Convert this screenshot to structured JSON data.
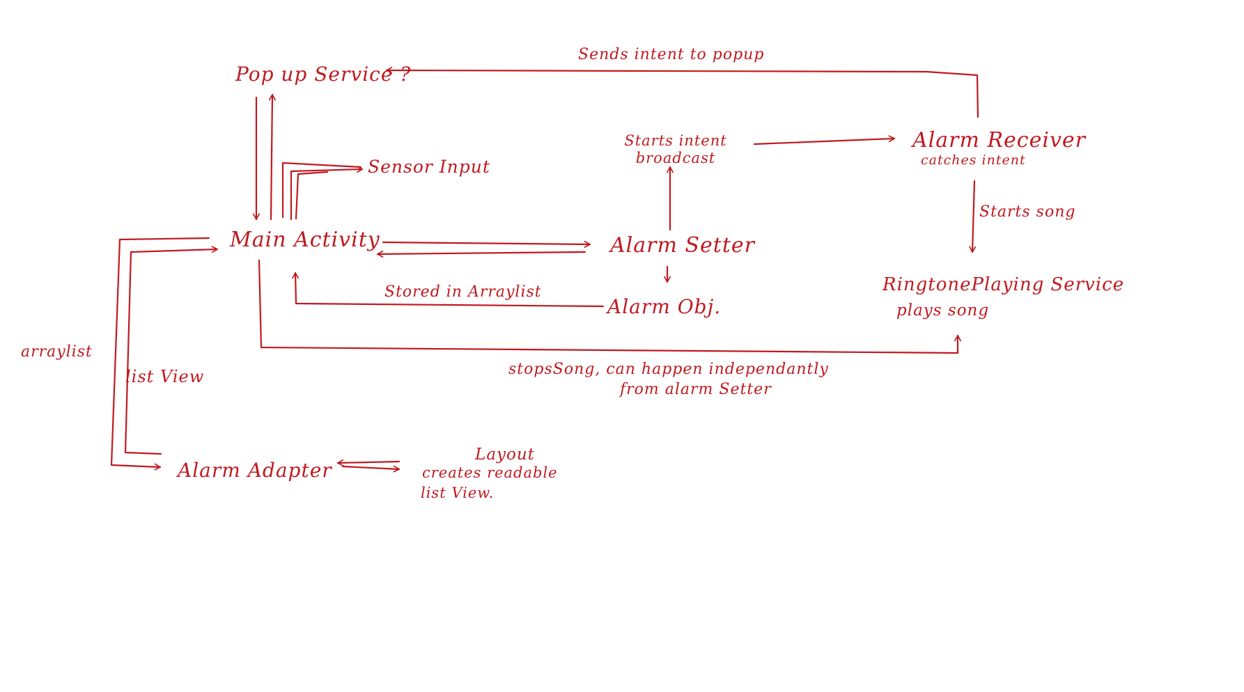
{
  "colors": {
    "ink": "#c0191f",
    "paper": "#ffffff"
  },
  "nodes": {
    "popup_service": "Pop up Service ?",
    "sensor_input": "Sensor Input",
    "main_activity": "Main Activity",
    "alarm_setter": "Alarm Setter",
    "alarm_obj": "Alarm Obj.",
    "alarm_receiver": "Alarm Receiver",
    "alarm_receiver_sub": "catches intent",
    "intent_broadcast_line1": "Starts intent",
    "intent_broadcast_line2": "broadcast",
    "ringtone_service": "RingtonePlaying Service",
    "ringtone_service_sub": "plays song",
    "alarm_adapter": "Alarm Adapter",
    "layout_line1": "Layout",
    "layout_line2": "creates readable",
    "layout_line3": "list View."
  },
  "edges": {
    "sends_intent": "Sends intent to popup",
    "starts_song": "Starts song",
    "stored_in_arraylist": "Stored in Arraylist",
    "stops_song_line1": "stopsSong, can happen independantly",
    "stops_song_line2": "from alarm Setter",
    "arraylist": "arraylist",
    "list_view": "list View"
  }
}
